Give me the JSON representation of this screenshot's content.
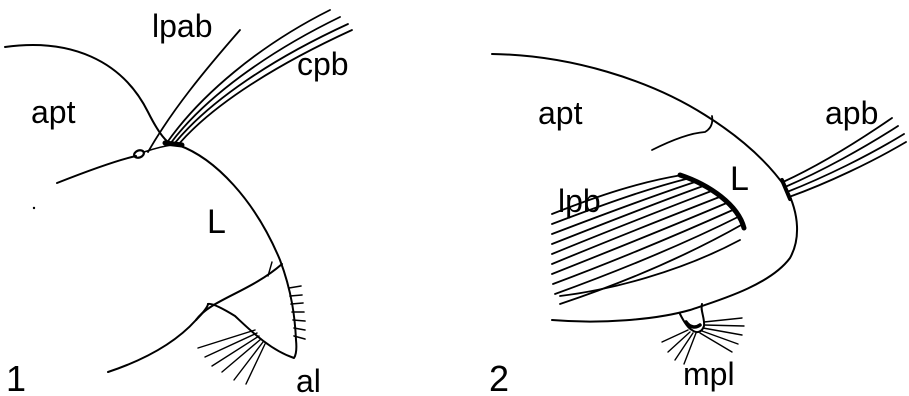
{
  "figure_1": {
    "number": "1",
    "labels": {
      "apt": "apt",
      "lpab": "lpab",
      "cpb": "cpb",
      "L": "L",
      "al": "al"
    }
  },
  "figure_2": {
    "number": "2",
    "labels": {
      "apt": "apt",
      "apb": "apb",
      "lpb": "lpb",
      "L": "L",
      "mpl": "mpl"
    }
  },
  "colors": {
    "ink": "#000000",
    "paper": "#ffffff"
  }
}
